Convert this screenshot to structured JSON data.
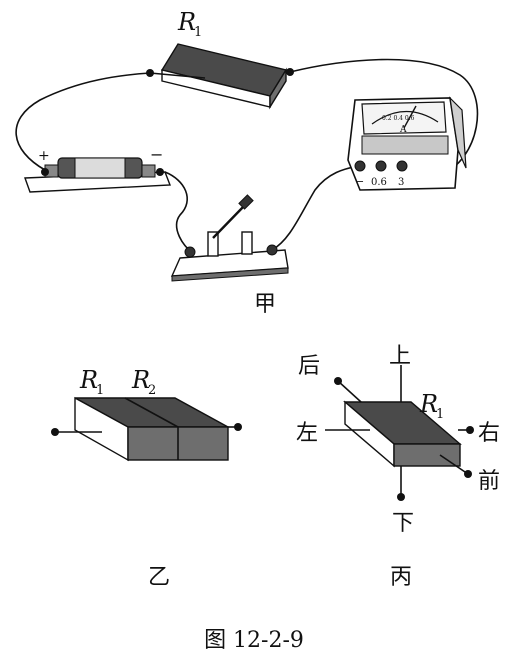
{
  "labels": {
    "r1_main": "R",
    "r1_main_sub": "1",
    "battery_plus": "+",
    "battery_minus": "−",
    "meter_minus": "−",
    "meter_06": "0.6",
    "meter_3": "3",
    "meter_unit": "A",
    "meter_scale": "0.2 0.4 0.6",
    "jia": "甲",
    "yi_r1": "R",
    "yi_r1_sub": "1",
    "yi_r2": "R",
    "yi_r2_sub": "2",
    "yi": "乙",
    "bing_r1": "R",
    "bing_r1_sub": "1",
    "up": "上",
    "down": "下",
    "left": "左",
    "right": "右",
    "front": "前",
    "back": "后",
    "bing": "丙",
    "figure_caption": "图 12-2-9"
  },
  "colors": {
    "ink": "#111111",
    "block_top": "#4a4a4a",
    "block_face": "#ffffff",
    "block_side": "#6e6e6e",
    "battery_body": "#555555"
  }
}
